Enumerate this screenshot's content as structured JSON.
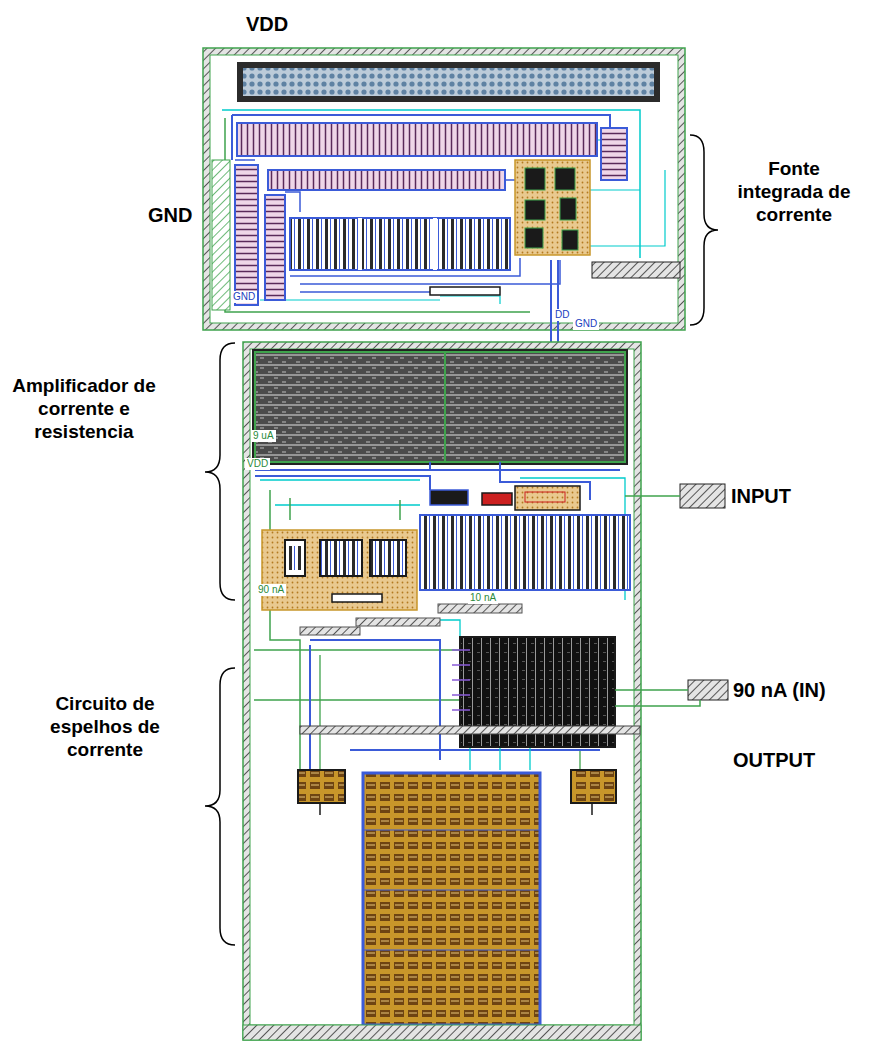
{
  "diagram": {
    "labels": [
      "VDD",
      "GND",
      "Fonte integrada de corrente",
      "GND",
      "DD",
      "GND",
      "Amplificador de corrente e resistencia",
      "9 uA",
      "VDD",
      "INPUT",
      "90 nA",
      "10 nA",
      "90 nA (IN)",
      "OUTPUT",
      "Circuito de espelhos de corrente"
    ]
  }
}
